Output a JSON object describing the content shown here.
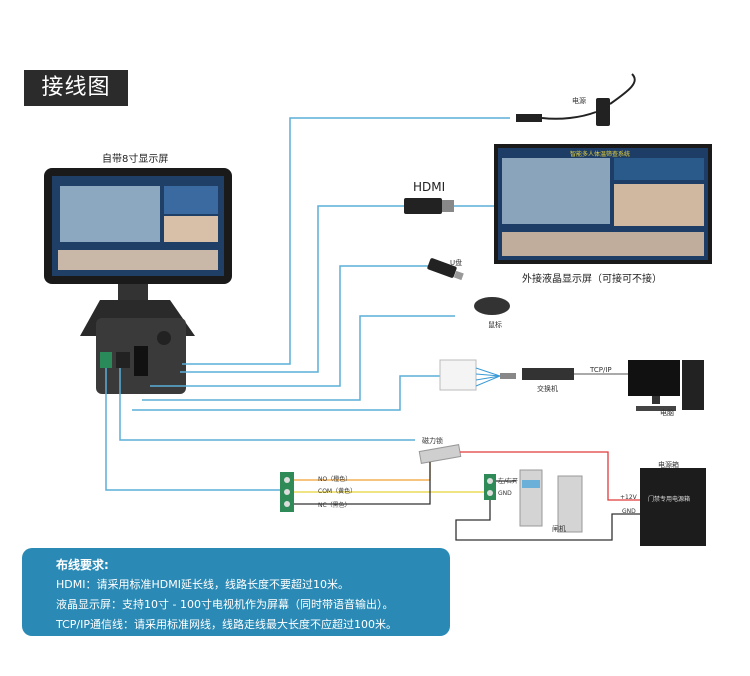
{
  "title": "接线图",
  "device": {
    "label": "自带8寸显示屏"
  },
  "external_display": {
    "caption": "外接液晶显示屏（可接可不接）",
    "screen_heading": "智能多人体温筛查系统"
  },
  "peripherals": {
    "power": "电源",
    "hdmi": "HDMI",
    "usb": "U盘",
    "mouse": "鼠标",
    "switch": "交换机",
    "tcpip": "TCP/IP",
    "pc": "电脑",
    "maglock": "磁力锁",
    "gate": "闸机",
    "psu_box": "电源箱",
    "psu_text": "门禁专用电源箱"
  },
  "wiring": {
    "no": "NO（橙色）",
    "com": "COM（黄色）",
    "nc": "NC（黑色）",
    "left_right": "左/右开",
    "gnd": "GND",
    "v12": "+12V",
    "psu_gnd": "GND"
  },
  "requirements": {
    "heading": "布线要求:",
    "lines": [
      "HDMI：请采用标准HDMI延长线，线路长度不要超过10米。",
      "液晶显示屏：支持10寸 - 100寸电视机作为屏幕（同时带语音输出）。",
      "TCP/IP通信线：请采用标准网线，线路走线最大长度不应超过100米。"
    ]
  },
  "colors": {
    "cable": "#5aaed6",
    "orange": "#f0a030",
    "yellow": "#e8d23a",
    "red": "#e03b3b",
    "black": "#333333",
    "panel": "#2a8ab5"
  }
}
